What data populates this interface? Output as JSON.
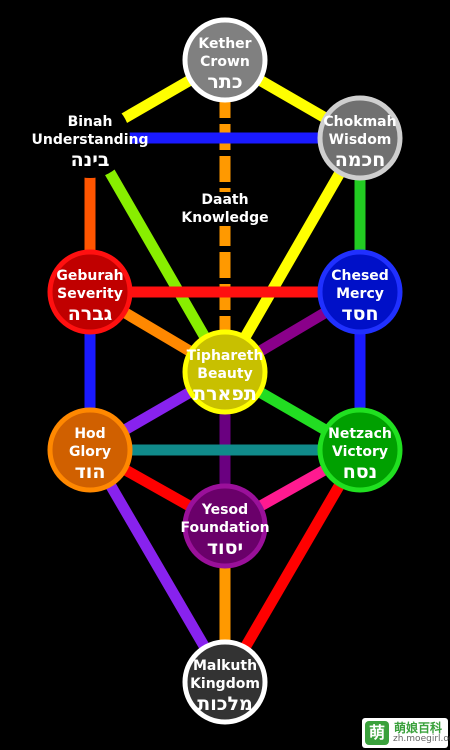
{
  "diagram": {
    "nodes": [
      {
        "id": "kether",
        "en1": "Kether",
        "en2": "Crown",
        "he": "כתר",
        "color": "#808080",
        "ring": "#ffffff"
      },
      {
        "id": "chokmah",
        "en1": "Chokmah",
        "en2": "Wisdom",
        "he": "חכמה",
        "color": "#707070",
        "ring": "#cfcfcf"
      },
      {
        "id": "binah",
        "en1": "Binah",
        "en2": "Understanding",
        "he": "בינה",
        "color": "#000000",
        "ring": "#000000"
      },
      {
        "id": "daath",
        "en1": "Daath",
        "en2": "Knowledge",
        "he": "",
        "color": "#000000",
        "ring": "#000000"
      },
      {
        "id": "chesed",
        "en1": "Chesed",
        "en2": "Mercy",
        "he": "חסד",
        "color": "#0010c8",
        "ring": "#2030ff"
      },
      {
        "id": "geburah",
        "en1": "Geburah",
        "en2": "Severity",
        "he": "גברה",
        "color": "#c00000",
        "ring": "#ff1010"
      },
      {
        "id": "tiphareth",
        "en1": "Tiphareth",
        "en2": "Beauty",
        "he": "תפארת",
        "color": "#c8c000",
        "ring": "#ffff00"
      },
      {
        "id": "netzach",
        "en1": "Netzach",
        "en2": "Victory",
        "he": "נסח",
        "color": "#00a000",
        "ring": "#20e020"
      },
      {
        "id": "hod",
        "en1": "Hod",
        "en2": "Glory",
        "he": "הוד",
        "color": "#d06000",
        "ring": "#ff8800"
      },
      {
        "id": "yesod",
        "en1": "Yesod",
        "en2": "Foundation",
        "he": "יסוד",
        "color": "#6a006a",
        "ring": "#9a109a"
      },
      {
        "id": "malkuth",
        "en1": "Malkuth",
        "en2": "Kingdom",
        "he": "מלכות",
        "color": "#333333",
        "ring": "#ffffff"
      }
    ],
    "paths": [
      {
        "from": "kether",
        "to": "chokmah",
        "color": "#ffff00"
      },
      {
        "from": "kether",
        "to": "binah",
        "color": "#ffff00"
      },
      {
        "from": "kether",
        "to": "tiphareth",
        "color": "#ff9900",
        "dashed": true
      },
      {
        "from": "chokmah",
        "to": "binah",
        "color": "#1a1aff"
      },
      {
        "from": "chokmah",
        "to": "tiphareth",
        "color": "#ffff00"
      },
      {
        "from": "chokmah",
        "to": "chesed",
        "color": "#22cc22"
      },
      {
        "from": "binah",
        "to": "tiphareth",
        "color": "#88ee00"
      },
      {
        "from": "binah",
        "to": "geburah",
        "color": "#ff5500"
      },
      {
        "from": "chesed",
        "to": "geburah",
        "color": "#ff1010"
      },
      {
        "from": "chesed",
        "to": "tiphareth",
        "color": "#8a008a"
      },
      {
        "from": "chesed",
        "to": "netzach",
        "color": "#1a1aff"
      },
      {
        "from": "geburah",
        "to": "tiphareth",
        "color": "#ff8800"
      },
      {
        "from": "geburah",
        "to": "hod",
        "color": "#1a1aff"
      },
      {
        "from": "tiphareth",
        "to": "netzach",
        "color": "#22dd22"
      },
      {
        "from": "tiphareth",
        "to": "hod",
        "color": "#8822ee"
      },
      {
        "from": "tiphareth",
        "to": "yesod",
        "color": "#6a0080"
      },
      {
        "from": "netzach",
        "to": "hod",
        "color": "#108a8a"
      },
      {
        "from": "netzach",
        "to": "yesod",
        "color": "#ff1a90"
      },
      {
        "from": "netzach",
        "to": "malkuth",
        "color": "#ff0000"
      },
      {
        "from": "hod",
        "to": "yesod",
        "color": "#ff0000"
      },
      {
        "from": "hod",
        "to": "malkuth",
        "color": "#8822ee"
      },
      {
        "from": "yesod",
        "to": "malkuth",
        "color": "#ff9900"
      }
    ]
  },
  "watermark": {
    "logo_char": "萌",
    "title": "萌娘百科",
    "site": "zh.moegirl.org"
  }
}
